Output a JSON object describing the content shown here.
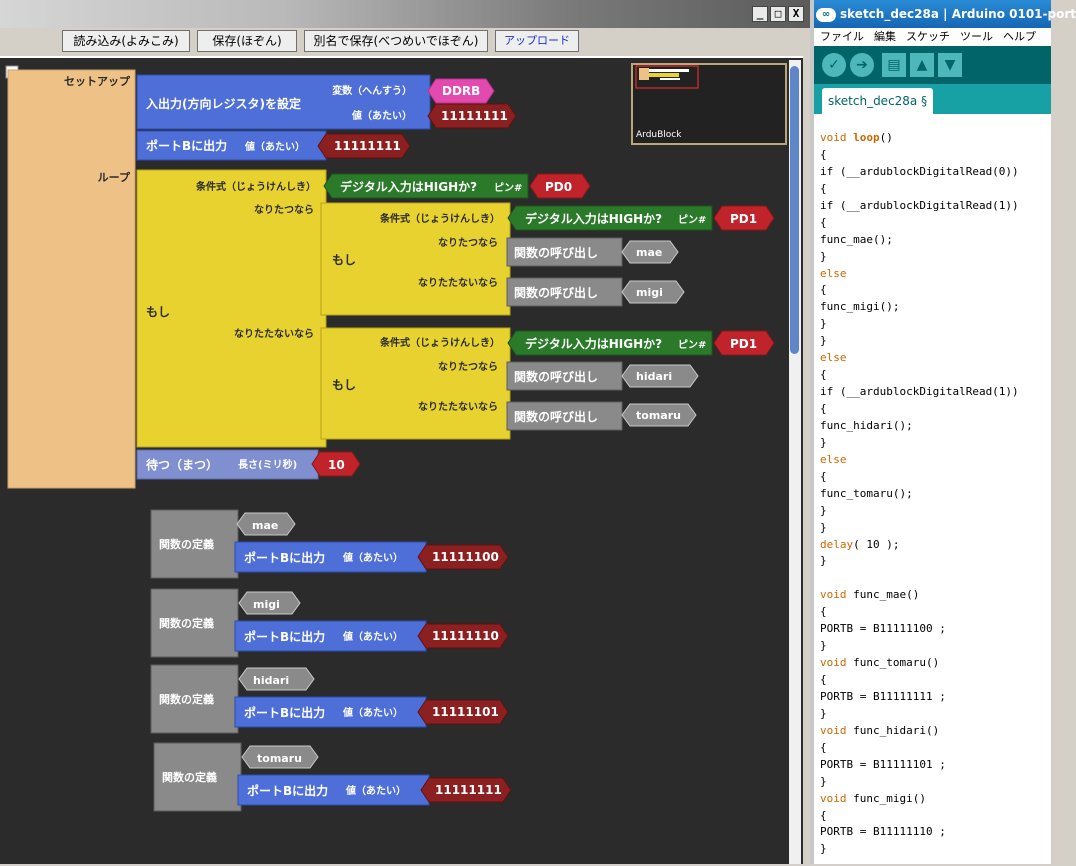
{
  "ardublock": {
    "toolbar": {
      "load_label": "読み込み(よみこみ)",
      "save_label": "保存(ほぞん)",
      "saveas_label": "別名で保存(べつめいでほぞん)",
      "upload_label": "アップロード"
    },
    "window_buttons": {
      "minimize": "_",
      "maximize": "□",
      "close": "X"
    },
    "minimap_label": "ArduBlock",
    "setup": {
      "label": "セットアップ",
      "pinmode_label": "入出力(方向レジスタ)を設定",
      "var_label": "変数（へんすう）",
      "var_value": "DDRB",
      "val_label": "値（あたい）",
      "val_value": "11111111",
      "port_label": "ポートBに出力",
      "port_val_label": "値（あたい）",
      "port_value": "11111111"
    },
    "loop": {
      "label": "ループ",
      "if_label": "もし",
      "cond_label": "条件式（じょうけんしき）",
      "then_label": "なりたつなら",
      "else_label": "なりたたないなら",
      "digital_label": "デジタル入力はHIGHか?",
      "pin_label": "ピン#",
      "outer_pin": "PD0",
      "inner1_pin": "PD1",
      "inner2_pin": "PD1",
      "call_label": "関数の呼び出し",
      "call_mae": "mae",
      "call_migi": "migi",
      "call_hidari": "hidari",
      "call_tomaru": "tomaru",
      "wait_label": "待つ（まつ）",
      "wait_len_label": "長さ(ミリ秒)",
      "wait_value": "10"
    },
    "functions": [
      {
        "def_label": "関数の定義",
        "name": "mae",
        "port_label": "ポートBに出力",
        "val_label": "値（あたい）",
        "value": "11111100"
      },
      {
        "def_label": "関数の定義",
        "name": "migi",
        "port_label": "ポートBに出力",
        "val_label": "値（あたい）",
        "value": "11111110"
      },
      {
        "def_label": "関数の定義",
        "name": "hidari",
        "port_label": "ポートBに出力",
        "val_label": "値（あたい）",
        "value": "11111101"
      },
      {
        "def_label": "関数の定義",
        "name": "tomaru",
        "port_label": "ポートBに出力",
        "val_label": "値（あたい）",
        "value": "11111111"
      }
    ],
    "colors": {
      "workspace": "#2b2b2b",
      "setup_block": "#eec187",
      "blue_block": "#4f6fd8",
      "yellow_block": "#e8d230",
      "green_block": "#2a7a2a",
      "red_value": "#8c1f1f",
      "pin_value": "#c0242a",
      "pink_value": "#e24ab0",
      "gray_block": "#8a8a8a",
      "wait_block": "#7f8fcf"
    }
  },
  "arduino": {
    "title": "sketch_dec28a | Arduino 0101-port",
    "logo": "∞",
    "menu": [
      "ファイル",
      "編集",
      "スケッチ",
      "ツール",
      "ヘルプ"
    ],
    "tools": {
      "verify": "✓",
      "upload": "➔",
      "new": "▤",
      "open": "▲",
      "save": "▼"
    },
    "tab": "sketch_dec28a §",
    "code": [
      "void loop()",
      "{",
      "if (__ardublockDigitalRead(0))",
      "{",
      "if (__ardublockDigitalRead(1))",
      "{",
      "func_mae();",
      "}",
      "else",
      "{",
      "func_migi();",
      "}",
      "}",
      "else",
      "{",
      "if (__ardublockDigitalRead(1))",
      "{",
      "func_hidari();",
      "}",
      "else",
      "{",
      "func_tomaru();",
      "}",
      "}",
      "delay( 10 );",
      "}",
      "",
      "void func_mae()",
      "{",
      "PORTB = B11111100 ;",
      "}",
      "void func_tomaru()",
      "{",
      "PORTB = B11111111 ;",
      "}",
      "void func_hidari()",
      "{",
      "PORTB = B11111101 ;",
      "}",
      "void func_migi()",
      "{",
      "PORTB = B11111110 ;",
      "}"
    ]
  }
}
